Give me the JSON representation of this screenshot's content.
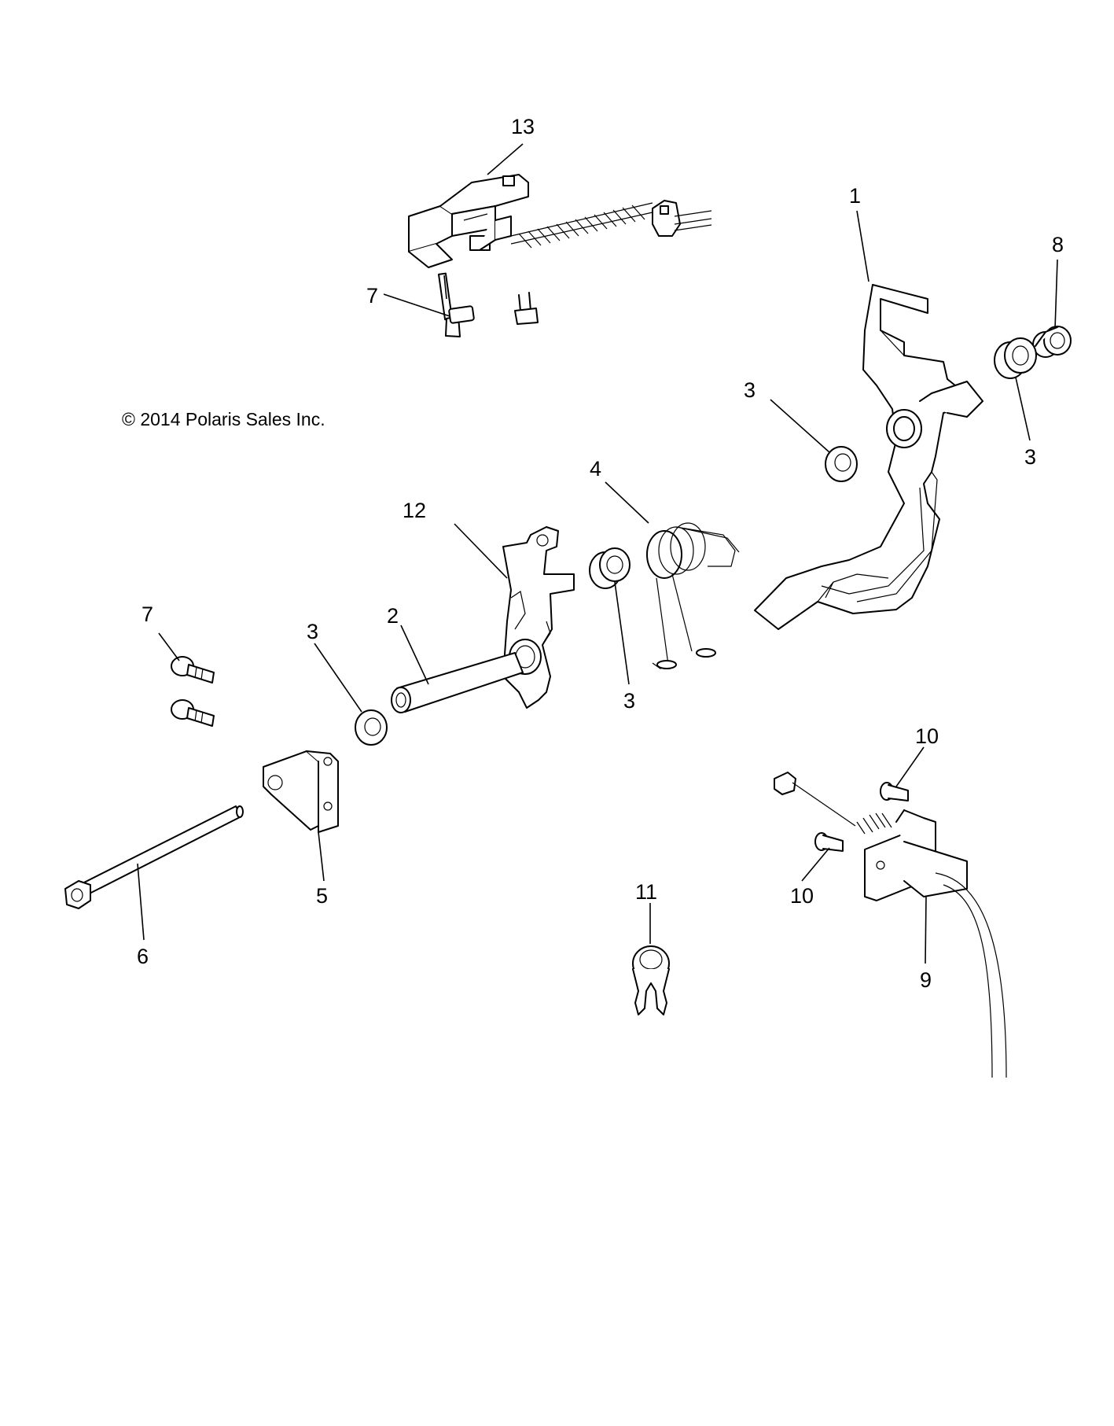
{
  "copyright": "© 2014 Polaris Sales Inc.",
  "callouts": [
    {
      "id": "c13",
      "label": "13"
    },
    {
      "id": "c1",
      "label": "1"
    },
    {
      "id": "c8",
      "label": "8"
    },
    {
      "id": "c7a",
      "label": "7"
    },
    {
      "id": "c3a",
      "label": "3"
    },
    {
      "id": "c3b",
      "label": "3"
    },
    {
      "id": "c4",
      "label": "4"
    },
    {
      "id": "c12",
      "label": "12"
    },
    {
      "id": "c2",
      "label": "2"
    },
    {
      "id": "c3c",
      "label": "3"
    },
    {
      "id": "c3d",
      "label": "3"
    },
    {
      "id": "c7b",
      "label": "7"
    },
    {
      "id": "c10a",
      "label": "10"
    },
    {
      "id": "c10b",
      "label": "10"
    },
    {
      "id": "c11",
      "label": "11"
    },
    {
      "id": "c5",
      "label": "5"
    },
    {
      "id": "c6",
      "label": "6"
    },
    {
      "id": "c9",
      "label": "9"
    }
  ]
}
